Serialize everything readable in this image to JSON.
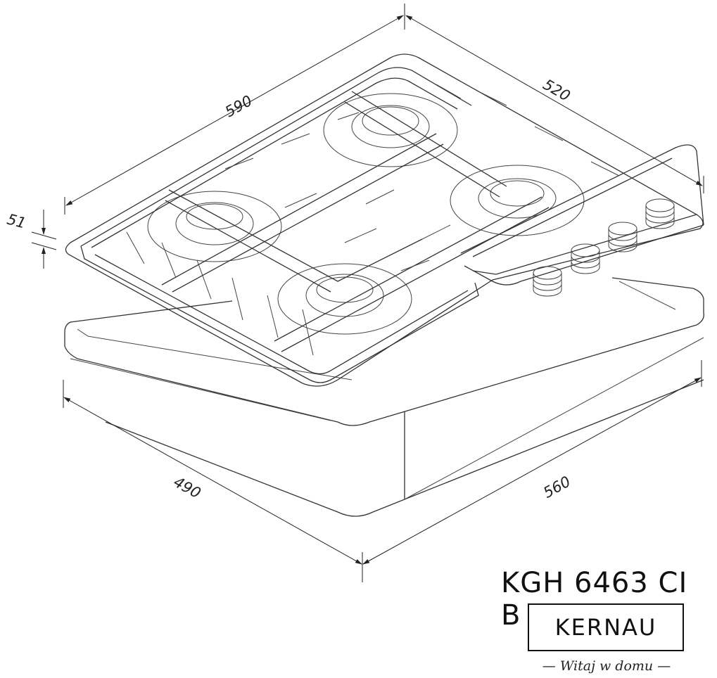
{
  "dimensions": {
    "width_top": "590",
    "depth_top": "520",
    "height": "51",
    "cutout_depth": "490",
    "cutout_width": "560"
  },
  "product": {
    "model": "KGH 6463 CI B",
    "brand": "KERNAU",
    "slogan": "— Witaj w domu —"
  }
}
